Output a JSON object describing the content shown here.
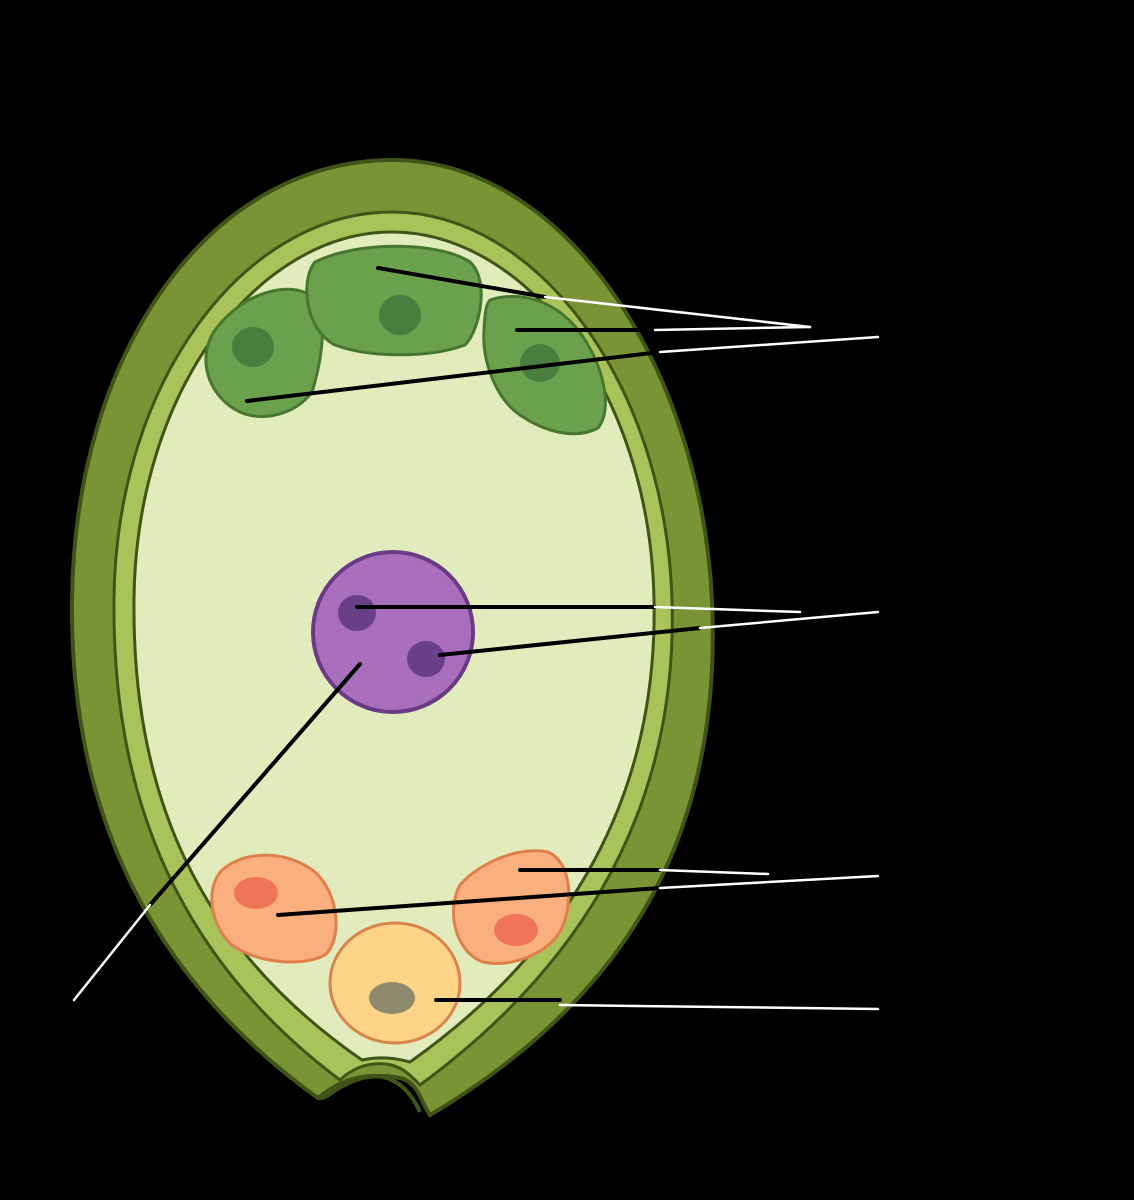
{
  "diagram": {
    "background": "#000000",
    "colors": {
      "integument_outer": "#7a9435",
      "integument_outline": "#3f5517",
      "integument_inner": "#a9c25a",
      "embryo_sac": "#e1ebbb",
      "antipodal_cell": "#6ba14d",
      "antipodal_outline": "#47772f",
      "antipodal_nucleus": "#4a7d3e",
      "central_cell": "#a96fbd",
      "central_outline": "#6a3a86",
      "polar_nucleus": "#6a3f8a",
      "synergid_cell": "#f9b07e",
      "synergid_outline": "#e07f4a",
      "synergid_nucleus": "#ef745a",
      "egg_cell": "#fdd488",
      "egg_outline": "#d9844a",
      "egg_nucleus": "#8f8a6e",
      "leader_line": "#000000",
      "leader_line_light": "#ffffff"
    },
    "structures": [
      "integuments",
      "embryo-sac",
      "antipodal-cells",
      "central-cell",
      "polar-nuclei",
      "synergids",
      "egg-cell",
      "micropyle"
    ]
  }
}
